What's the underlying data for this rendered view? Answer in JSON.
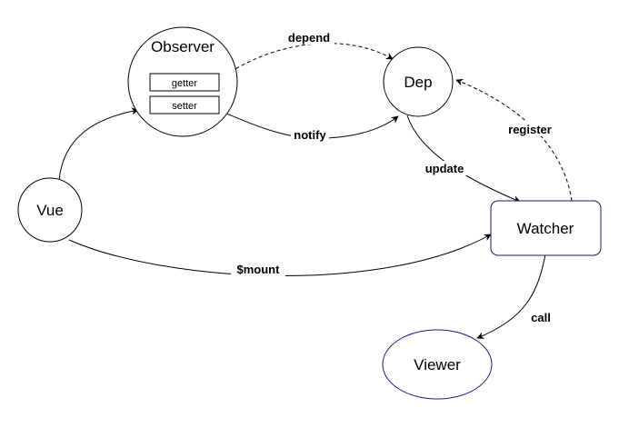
{
  "nodes": {
    "observer": {
      "label": "Observer",
      "border_color": "#000000"
    },
    "getter": {
      "label": "getter"
    },
    "setter": {
      "label": "setter"
    },
    "dep": {
      "label": "Dep",
      "border_color": "#000000"
    },
    "vue": {
      "label": "Vue",
      "border_color": "#000000"
    },
    "watcher": {
      "label": "Watcher",
      "border_color": "#1a1a5e"
    },
    "viewer": {
      "label": "Viewer",
      "border_color": "#1a1a8a"
    }
  },
  "edges": {
    "depend": {
      "label": "depend",
      "style": "dashed",
      "from": "getter",
      "to": "Dep"
    },
    "notify": {
      "label": "notify",
      "style": "solid",
      "from": "setter",
      "to": "Dep"
    },
    "update": {
      "label": "update",
      "style": "solid",
      "from": "Dep",
      "to": "Watcher"
    },
    "register": {
      "label": "register",
      "style": "dashed",
      "from": "Watcher",
      "to": "Dep"
    },
    "mount": {
      "label": "$mount",
      "style": "solid",
      "from": "Vue",
      "to": "Watcher"
    },
    "call": {
      "label": "call",
      "style": "solid",
      "from": "Watcher",
      "to": "Viewer"
    },
    "vue_to_observer": {
      "label": "",
      "style": "solid",
      "from": "Vue",
      "to": "Observer"
    }
  }
}
